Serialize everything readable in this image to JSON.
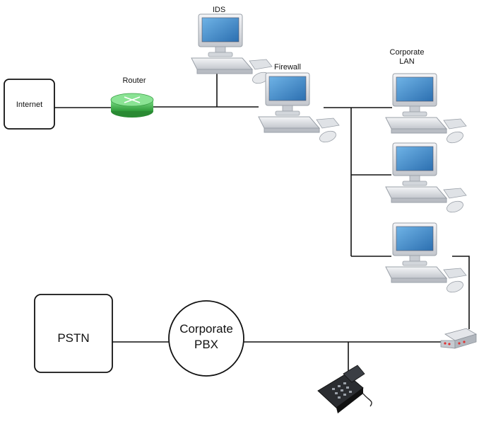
{
  "nodes": {
    "internet": "Internet",
    "router": "Router",
    "ids": "IDS",
    "firewall": "Firewall",
    "corporate_lan_line1": "Corporate",
    "corporate_lan_line2": "LAN",
    "pstn": "PSTN",
    "pbx_line1": "Corporate",
    "pbx_line2": "PBX"
  },
  "icons": {
    "computer": "desktop-computer-icon",
    "router": "router-icon",
    "modem": "modem-icon",
    "phone": "desk-phone-icon"
  },
  "colors": {
    "line": "#111111",
    "router_green": "#3fbf4a",
    "screen_blue": "#3a86c8",
    "computer_gray": "#d8dbe0"
  }
}
